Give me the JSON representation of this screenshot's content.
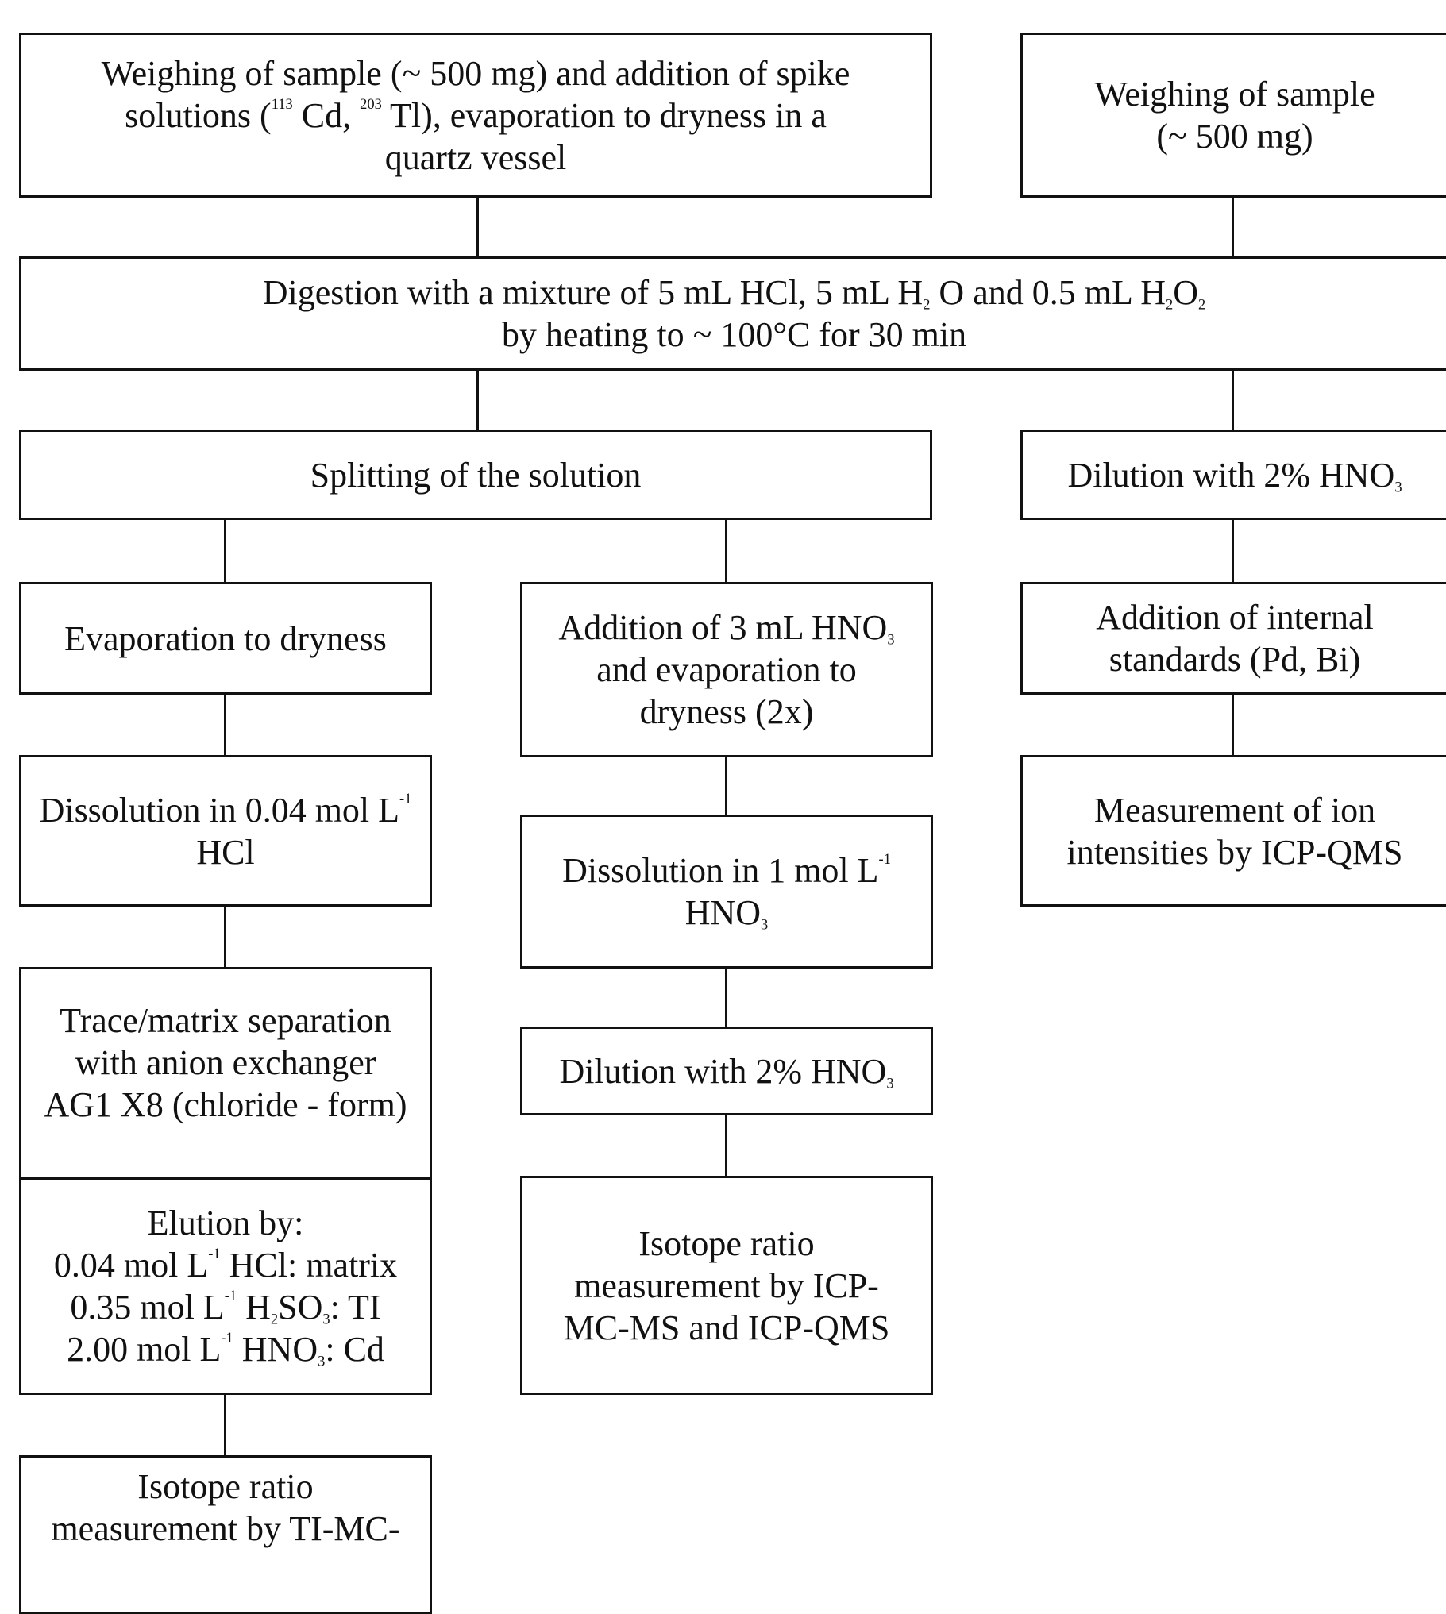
{
  "diagram": {
    "boxes": {
      "weigh_spike": {
        "lines": [
          {
            "t": "Weighing of sample (~ 500 mg) and addition of spike"
          },
          {
            "a": "solutions (",
            "sup1": "113",
            "b": " Cd, ",
            "sup2": "203",
            "c": " Tl), evaporation to dryness in a"
          },
          {
            "t": "quartz vessel"
          }
        ]
      },
      "weigh_plain": {
        "lines": [
          {
            "t": "Weighing of sample"
          },
          {
            "t": "(~ 500 mg)"
          }
        ]
      },
      "digestion": {
        "lines": [
          {
            "a": "Digestion with a mixture of 5 mL HCl, 5 mL H",
            "sub1": "2",
            "b": " O and 0.5 mL H",
            "sub2": "2",
            "c": "O",
            "sub3": "2"
          },
          {
            "t": "by heating to ~ 100°C for 30 min"
          }
        ]
      },
      "splitting": {
        "lines": [
          {
            "t": "Splitting of the solution"
          }
        ]
      },
      "dilution_right": {
        "lines": [
          {
            "a": "Dilution with 2% HNO",
            "sub1": "3"
          }
        ]
      },
      "evap_dry": {
        "lines": [
          {
            "t": "Evaporation to dryness"
          }
        ]
      },
      "add_hno3": {
        "lines": [
          {
            "a": "Addition of 3 mL HNO",
            "sub1": "3"
          },
          {
            "t": "and evaporation to"
          },
          {
            "t": "dryness (2x)"
          }
        ]
      },
      "add_internal": {
        "lines": [
          {
            "t": "Addition of internal"
          },
          {
            "t": "standards (Pd, Bi)"
          }
        ]
      },
      "dissolve_hcl": {
        "lines": [
          {
            "a": "Dissolution in 0.04 mol L",
            "sup1": "-1"
          },
          {
            "t": "HCl"
          }
        ]
      },
      "measure_ion": {
        "lines": [
          {
            "t": "Measurement of ion"
          },
          {
            "t": "intensities by ICP-QMS"
          }
        ]
      },
      "dissolve_hno3": {
        "lines": [
          {
            "a": "Dissolution in 1 mol L",
            "sup1": "-1"
          },
          {
            "a": "HNO",
            "sub1": "3"
          }
        ]
      },
      "trace_matrix": {
        "lines": [
          {
            "t": "Trace/matrix separation"
          },
          {
            "t": "with anion exchanger"
          },
          {
            "t": "AG1 X8 (chloride - form)"
          }
        ]
      },
      "dilution_mid": {
        "lines": [
          {
            "a": "Dilution with 2% HNO",
            "sub1": "3"
          }
        ]
      },
      "elution": {
        "lines": [
          {
            "t": "Elution by:"
          },
          {
            "a": "0.04 mol L",
            "sup1": "-1",
            "b": " HCl: matrix"
          },
          {
            "a": "0.35 mol L",
            "sup1": "-1",
            "b": " H",
            "sub1": "2",
            "c": "SO",
            "sub2": "3",
            "d": ": TI"
          },
          {
            "a": "2.00 mol L",
            "sup1": "-1",
            "b": " HNO",
            "sub1": "3",
            "c": ": Cd"
          }
        ]
      },
      "isotope_icp": {
        "lines": [
          {
            "t": "Isotope ratio"
          },
          {
            "t": "measurement by ICP-"
          },
          {
            "t": "MC-MS and ICP-QMS"
          }
        ]
      },
      "isotope_ti": {
        "lines": [
          {
            "t": "Isotope ratio"
          },
          {
            "t": "measurement by TI-MC-"
          }
        ]
      }
    }
  }
}
